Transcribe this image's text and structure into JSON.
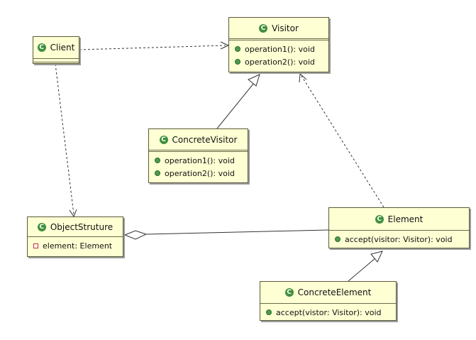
{
  "classes": {
    "client": {
      "name": "Client"
    },
    "visitor": {
      "name": "Visitor",
      "ops": [
        "operation1(): void",
        "operation2(): void"
      ]
    },
    "concrete_visitor": {
      "name": "ConcreteVisitor",
      "ops": [
        "operation1(): void",
        "operation2(): void"
      ]
    },
    "object_struture": {
      "name": "ObjectStruture",
      "attrs": [
        "element: Element"
      ]
    },
    "element": {
      "name": "Element",
      "ops": [
        "accept(visitor: Visitor): void"
      ]
    },
    "concrete_element": {
      "name": "ConcreteElement",
      "ops": [
        "accept(vistor: Visitor): void"
      ]
    }
  },
  "icons": {
    "class_icon": "class-icon",
    "public_member": "public-method-icon",
    "private_member": "private-field-icon"
  },
  "relationships": [
    {
      "from": "Client",
      "to": "Visitor",
      "type": "dependency"
    },
    {
      "from": "Client",
      "to": "ObjectStruture",
      "type": "dependency"
    },
    {
      "from": "ConcreteVisitor",
      "to": "Visitor",
      "type": "generalization"
    },
    {
      "from": "Element",
      "to": "Visitor",
      "type": "dependency"
    },
    {
      "from": "ConcreteElement",
      "to": "Element",
      "type": "generalization"
    },
    {
      "from": "ObjectStruture",
      "to": "Element",
      "type": "aggregation"
    }
  ],
  "colors": {
    "class_fill": "#ffffd4",
    "class_border": "#5a5a3a",
    "icon_green": "#3f8f3f",
    "private_red": "#c23030"
  }
}
